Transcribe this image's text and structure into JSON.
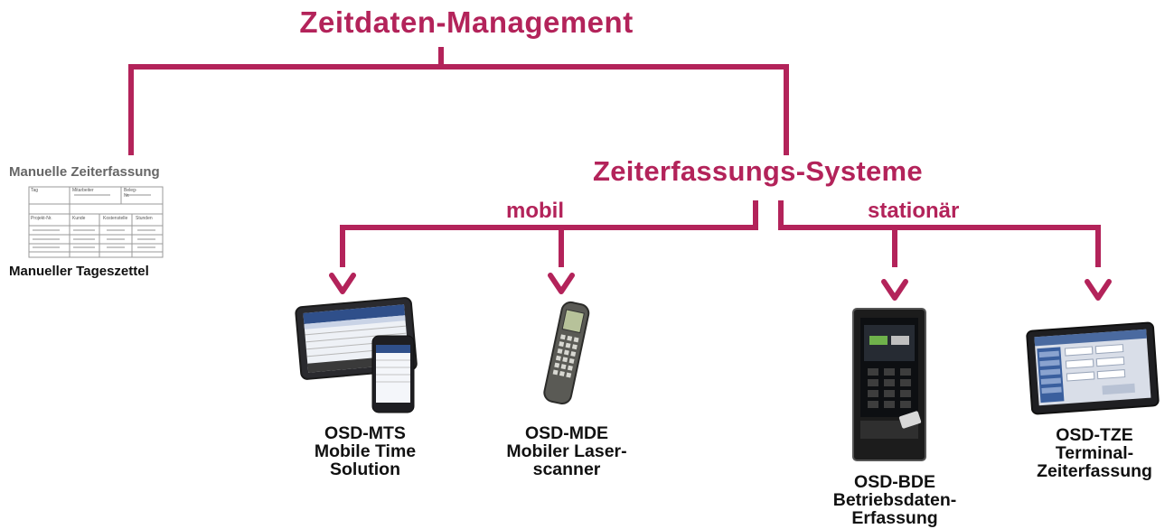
{
  "title": "Zeitdaten-Management",
  "systems": {
    "title": "Zeiterfassungs-Systeme",
    "branch_mobil": "mobil",
    "branch_stationaer": "stationär"
  },
  "manual": {
    "heading": "Manuelle Zeiterfassung",
    "caption": "Manueller Tageszettel",
    "form_header": [
      "Tag",
      "Mitarbeiter",
      "Beleg-Nr."
    ],
    "form_columns": [
      "Projekt-Nr.",
      "Kunde",
      "Kostenstelle",
      "Stunden"
    ]
  },
  "devices": {
    "mts": {
      "line1": "OSD-MTS",
      "line2": "Mobile Time",
      "line3": "Solution"
    },
    "mde": {
      "line1": "OSD-MDE",
      "line2": "Mobiler Laser-",
      "line3": "scanner"
    },
    "bde": {
      "line1": "OSD-BDE",
      "line2": "Betriebsdaten-",
      "line3": "Erfassung"
    },
    "tze": {
      "line1": "OSD-TZE",
      "line2": "Terminal-",
      "line3": "Zeiterfassung"
    }
  },
  "colors": {
    "accent": "#b3235a",
    "text": "#111111",
    "muted": "#666666"
  }
}
